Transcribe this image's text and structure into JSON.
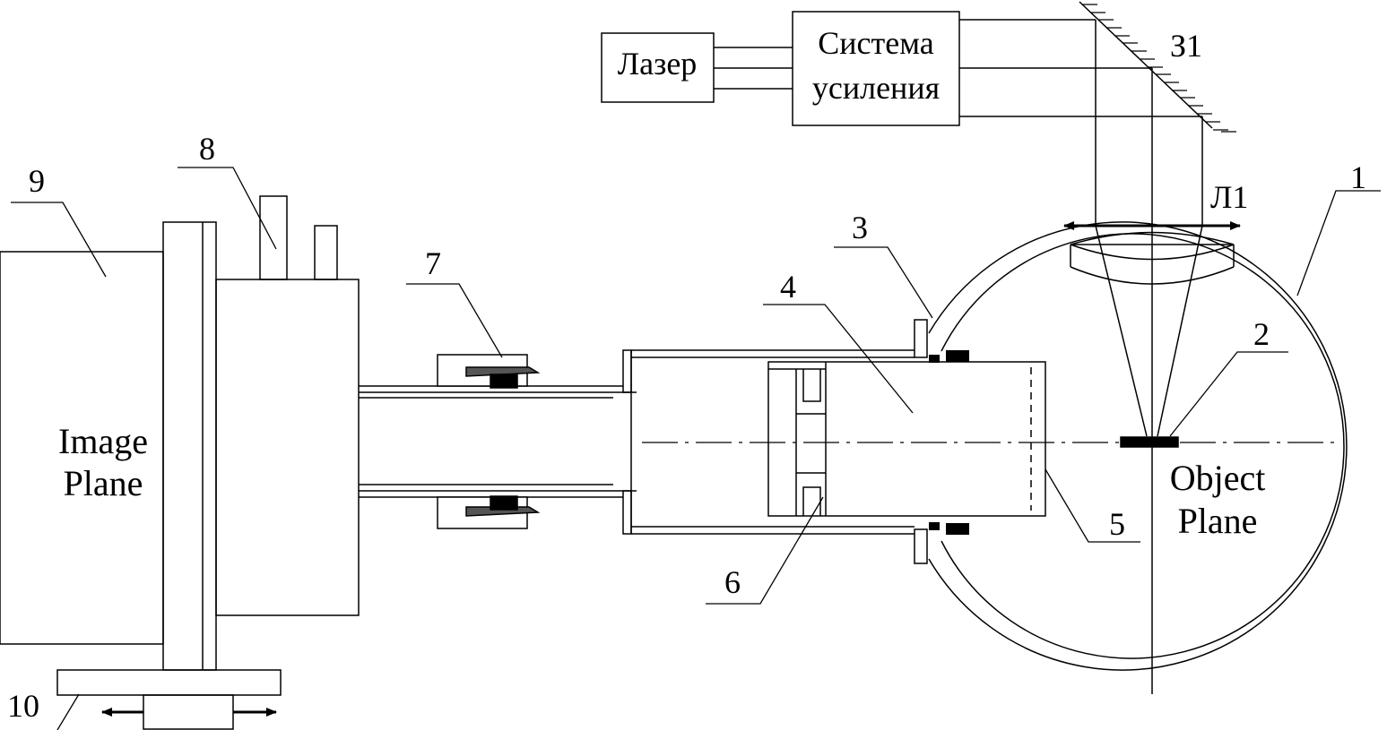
{
  "diagram": {
    "blocks": {
      "laser": "Лазер",
      "amplifier_line1": "Система",
      "amplifier_line2": "усиления"
    },
    "mirror_label": "З1",
    "lens_label": "Л1",
    "planes": {
      "image_line1": "Image",
      "image_line2": "Plane",
      "object_line1": "Object",
      "object_line2": "Plane"
    },
    "callouts": [
      "1",
      "2",
      "3",
      "4",
      "5",
      "6",
      "7",
      "8",
      "9",
      "10"
    ],
    "colors": {
      "stroke": "#000000",
      "background": "#ffffff",
      "dark_part": "#555555"
    }
  }
}
